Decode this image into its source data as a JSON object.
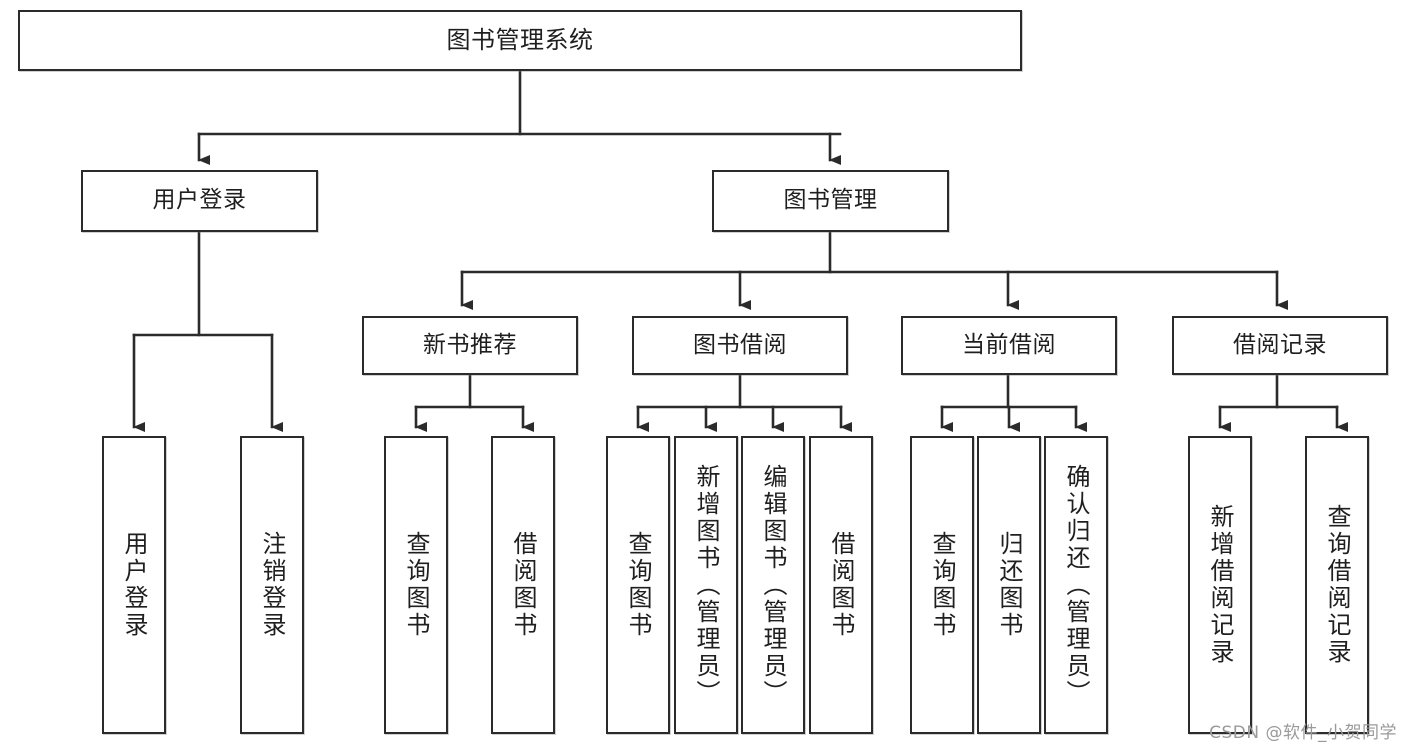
{
  "diagram": {
    "type": "tree",
    "title": "图书管理系统",
    "background_color": "#ffffff",
    "box_border_color": "#2b2b2b",
    "text_color": "#1f1f1f",
    "connector_color": "#2b2b2b"
  },
  "nodes": {
    "root": {
      "label": "图书管理系统"
    },
    "level2": [
      {
        "label": "用户登录"
      },
      {
        "label": "图书管理"
      }
    ],
    "level3": [
      {
        "label": "新书推荐"
      },
      {
        "label": "图书借阅"
      },
      {
        "label": "当前借阅"
      },
      {
        "label": "借阅记录"
      }
    ],
    "leaves_user_login": [
      {
        "label": "用户登录"
      },
      {
        "label": "注销登录"
      }
    ],
    "leaves_new_books": [
      {
        "label": "查询图书"
      },
      {
        "label": "借阅图书"
      }
    ],
    "leaves_borrow": [
      {
        "label": "查询图书"
      },
      {
        "label": "新增图书（管理员）"
      },
      {
        "label": "编辑图书（管理员）"
      },
      {
        "label": "借阅图书"
      }
    ],
    "leaves_current": [
      {
        "label": "查询图书"
      },
      {
        "label": "归还图书"
      },
      {
        "label": "确认归还（管理员）"
      }
    ],
    "leaves_records": [
      {
        "label": "新增借阅记录"
      },
      {
        "label": "查询借阅记录"
      }
    ]
  },
  "watermark": {
    "text": "CSDN @软件_小贺同学"
  }
}
